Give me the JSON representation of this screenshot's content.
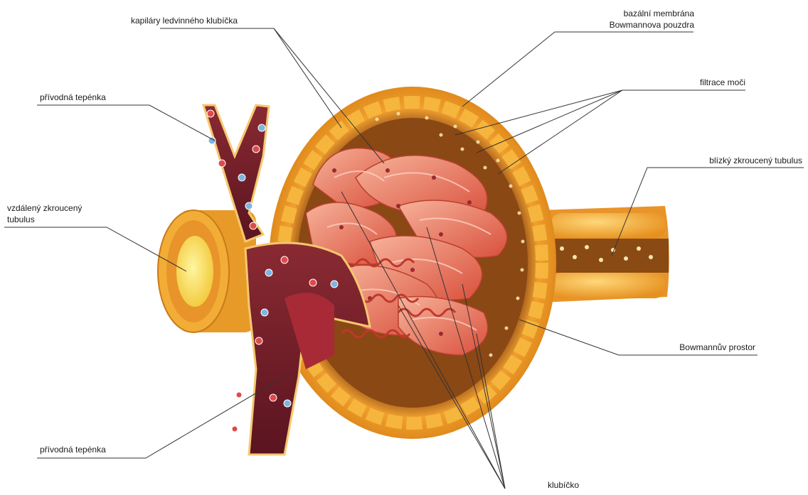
{
  "labels": {
    "kapilary": "kapiláry ledvinného klubíčka",
    "bazalni_1": "bazální membrána",
    "bazalni_2": "Bowmannova pouzdra",
    "privodna_top": "přívodná tepénka",
    "filtrace": "filtrace moči",
    "blizky": "blízký zkroucený tubulus",
    "vzdaleny_1": "vzdálený zkroucený",
    "vzdaleny_2": "tubulus",
    "prostor": "Bowmannův prostor",
    "privodna_bottom": "přívodná tepénka",
    "klubicko": "klubíčko"
  },
  "colors": {
    "capsule_outer": "#f2a12a",
    "capsule_cell": "#f7b844",
    "bowman_space": "#8a4a14",
    "capillary": "#e66a50",
    "capillary_light": "#f4a08a",
    "artery": "#7a1e28",
    "leader_line": "#333333"
  }
}
